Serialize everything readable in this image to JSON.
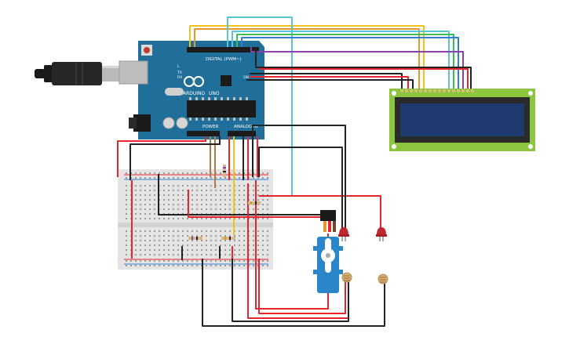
{
  "arduino": {
    "brand": "ARDUINO",
    "model": "UNO",
    "digital_label": "DIGITAL (PWM~)",
    "analog_label": "ANALOG IN",
    "power_label": "POWER",
    "tx_label": "TX",
    "rx_label": "RX",
    "l_label": "L",
    "on_label": "ON"
  },
  "colors": {
    "wire_red": "#e8242c",
    "wire_black": "#222222",
    "wire_yellow": "#f2c21b",
    "wire_orange": "#e8962a",
    "wire_green": "#3dbb5a",
    "wire_cyan": "#55c8d8",
    "wire_blue": "#2e7fd3",
    "wire_purple": "#8a3fb0",
    "wire_brown": "#b07a4a",
    "board_blue": "#1f6f9a",
    "lcd_green": "#8cc63e",
    "lcd_screen": "#1e3a6e",
    "servo_blue": "#2a86c8",
    "breadboard": "#e4e4e4"
  },
  "icons": [
    "usb-plug-icon",
    "servo-icon",
    "led-icon",
    "photoresistor-icon"
  ]
}
